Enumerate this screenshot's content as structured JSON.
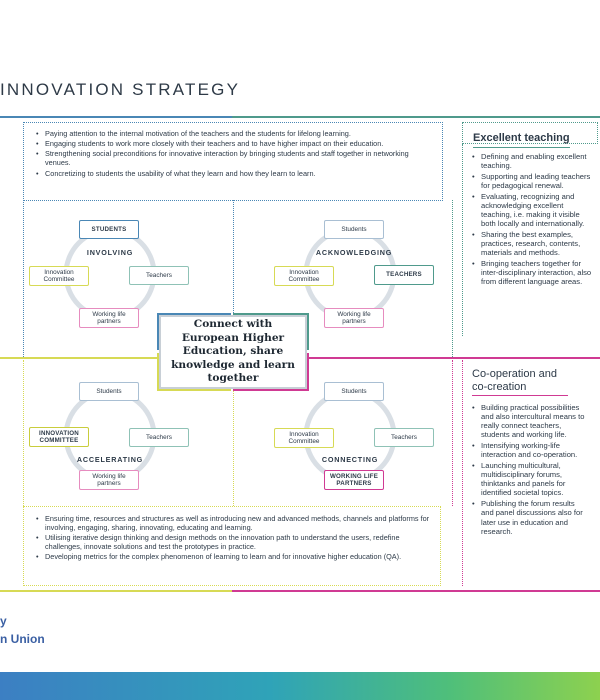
{
  "title": "INNOVATION STRATEGY",
  "colors": {
    "blue": "#4a87b5",
    "green": "#4f9a8c",
    "yellow": "#d7da55",
    "pink": "#d03a93",
    "node_border": "#a9bfd3"
  },
  "top_box": {
    "bullets": [
      "Paying attention to the internal motivation of the teachers and the students for lifelong learning.",
      "Engaging students to work more closely with their teachers and to have higher impact on their education.",
      "Strengthening social preconditions for innovative interaction by bringing students and staff together in networking venues.",
      "Concretizing to students the usability of what they learn and how they learn to learn."
    ]
  },
  "bottom_box": {
    "bullets": [
      "Ensuring time, resources and structures as well as introducing new and advanced methods, channels and platforms for involving, engaging, sharing, innovating, educating and learning.",
      "Utilising iterative design thinking and design methods on the innovation path to understand the users, redefine challenges, innovate solutions and test the prototypes in practice.",
      "Developing metrics for the complex phenomenon of learning to learn and for innovative higher education (QA)."
    ]
  },
  "cycles": [
    {
      "label": "INVOLVING",
      "students": "STUDENTS",
      "teachers": "Teachers",
      "innovation": "Innovation Committee",
      "working": "Working life partners"
    },
    {
      "label": "ACKNOWLEDGING",
      "students": "Students",
      "teachers": "TEACHERS",
      "innovation": "Innovation Committee",
      "working": "Working life partners"
    },
    {
      "label": "ACCELERATING",
      "students": "Students",
      "teachers": "Teachers",
      "innovation": "INNOVATION COMMITTEE",
      "working": "Working life partners"
    },
    {
      "label": "CONNECTING",
      "students": "Students",
      "teachers": "Teachers",
      "innovation": "Innovation Committee",
      "working": "WORKING LIFE PARTNERS"
    }
  ],
  "center": "Connect with European Higher Education, share knowledge and learn together",
  "excellent": {
    "heading": "Excellent teaching",
    "bullets": [
      "Defining and enabling excellent teaching.",
      "Supporting and leading teachers for pedagogical renewal.",
      "Evaluating, recognizing and acknowledging excellent teaching, i.e. making it visible both locally and internationally.",
      "Sharing the best examples, practices, research, contents, materials and methods.",
      "Bringing teachers together for inter-disciplinary interaction, also from different language areas."
    ]
  },
  "cooperation": {
    "heading": "Co-operation and co-creation",
    "bullets": [
      "Building practical possibilities and also intercultural means to really connect teachers, students and working life.",
      "Intensifying working-life interaction and co-operation.",
      "Launching multicultural, multidisciplinary forums, thinktanks and panels for identified societal topics.",
      "Publishing the forum results and panel discussions also for later use in education and research."
    ]
  },
  "footer": {
    "line1": "y",
    "line2": "n Union"
  }
}
